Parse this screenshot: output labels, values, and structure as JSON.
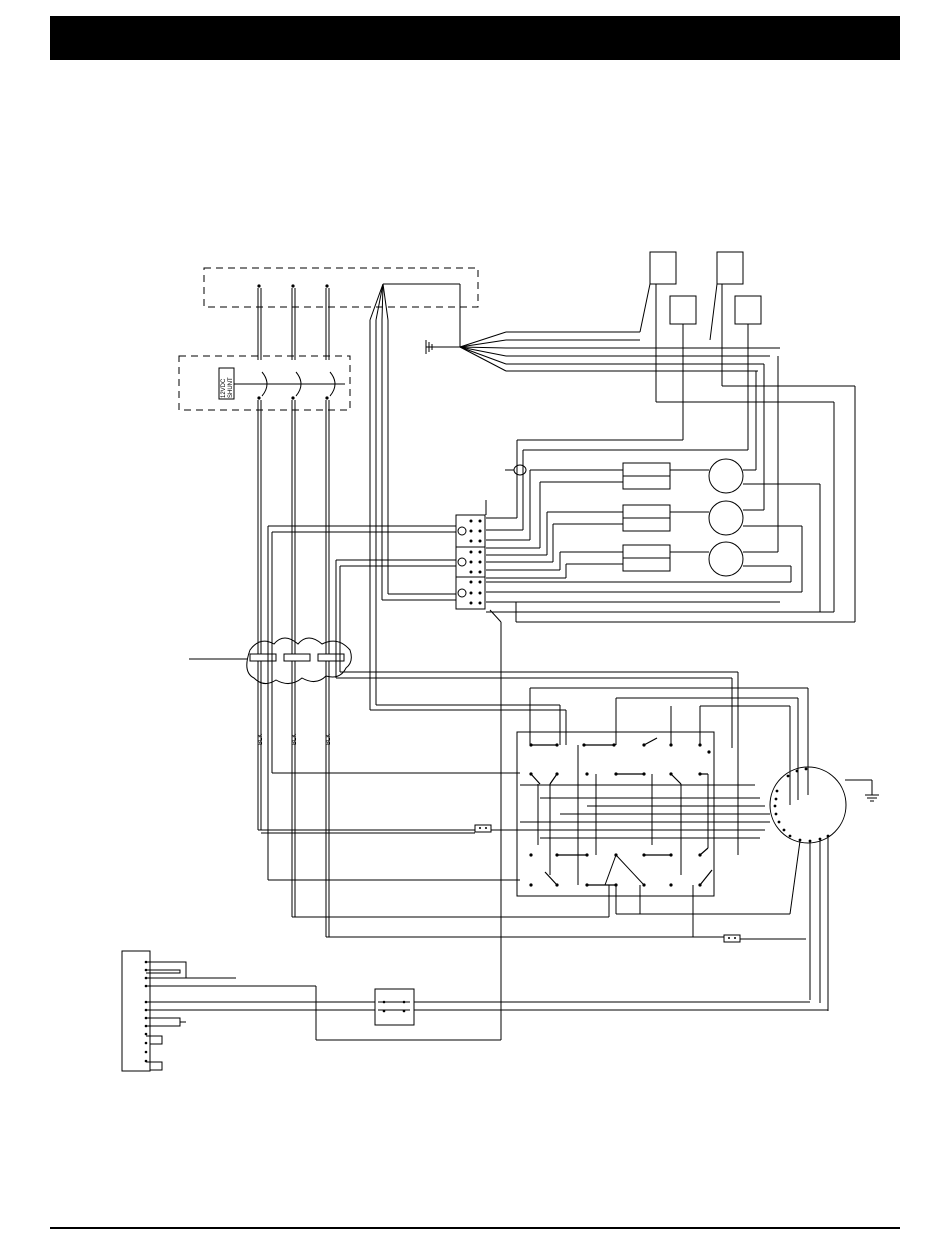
{
  "header": {
    "title": ""
  },
  "diagram": {
    "shunt_label_line1": "12VDC",
    "shunt_label_line2": "SHUNT",
    "wire_labels": [
      "BLK",
      "BLK",
      "BLK"
    ]
  }
}
